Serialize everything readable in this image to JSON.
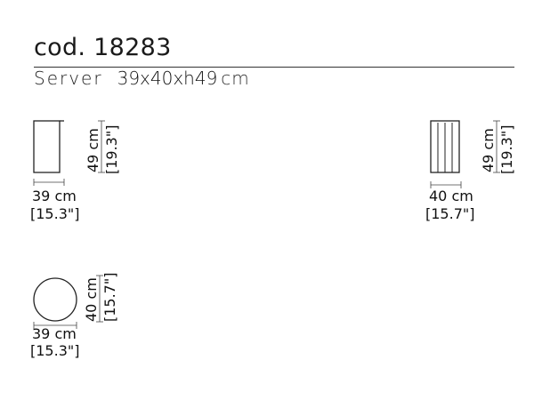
{
  "header": {
    "code": "cod. 18283",
    "product": "Server",
    "dimensions": "39x40xh49",
    "unit": "cm"
  },
  "views": {
    "front": {
      "width_cm": "39 cm",
      "width_in": "[15.3\"]",
      "height_cm": "49 cm",
      "height_in": "[19.3\"]"
    },
    "side": {
      "width_cm": "40 cm",
      "width_in": "[15.7\"]",
      "height_cm": "49 cm",
      "height_in": "[19.3\"]"
    },
    "top": {
      "width_cm": "39 cm",
      "width_in": "[15.3\"]",
      "depth_cm": "40 cm",
      "depth_in": "[15.7\"]"
    }
  }
}
